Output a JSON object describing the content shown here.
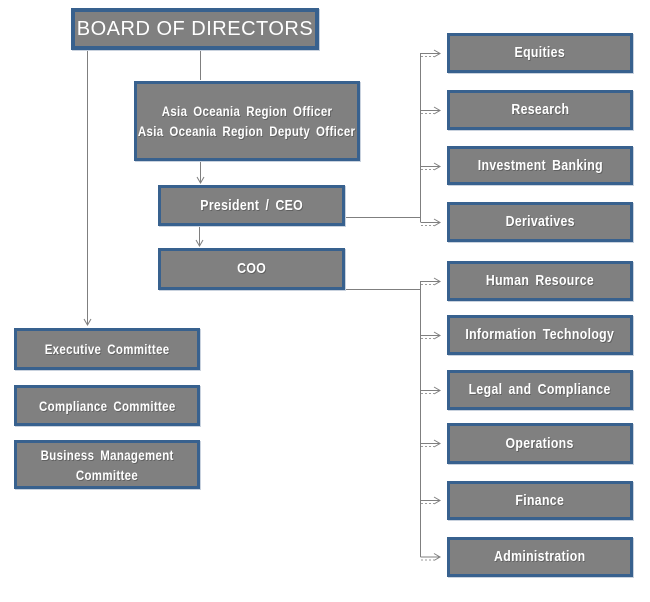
{
  "colors": {
    "box_fill": "#808080",
    "box_border": "#38618E",
    "box_text": "#FFFFFF",
    "connector": "#7F7F7F",
    "background": "#FFFFFF"
  },
  "board": {
    "label": "BOARD OF DIRECTORS"
  },
  "region_officer": {
    "line1": "Asia Oceania Region Officer",
    "line2": "Asia Oceania Region Deputy Officer"
  },
  "president": {
    "label": "President / CEO"
  },
  "coo": {
    "label": "COO"
  },
  "committees": {
    "executive": "Executive Committee",
    "compliance": "Compliance Committee",
    "business_line1": "Business Management",
    "business_line2": "Committee"
  },
  "president_departments": [
    "Equities",
    "Research",
    "Investment Banking",
    "Derivatives"
  ],
  "coo_departments": [
    "Human Resource",
    "Information Technology",
    "Legal and Compliance",
    "Operations",
    "Finance",
    "Administration"
  ]
}
